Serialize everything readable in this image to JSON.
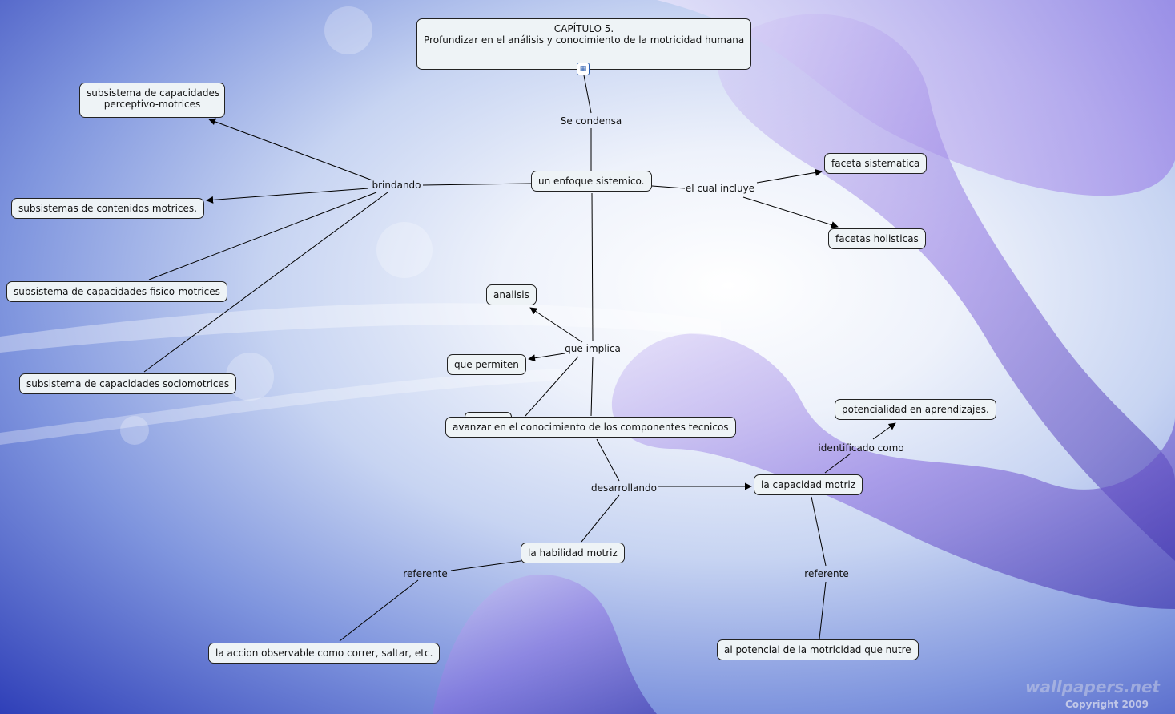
{
  "title_node": {
    "line1": "CAPÍTULO 5.",
    "line2": "Profundizar en el análisis y conocimiento de la motricidad humana"
  },
  "nodes": {
    "perceptivo": {
      "line1": "subsistema de capacidades",
      "line2": "perceptivo-motrices"
    },
    "contenidos": "subsistemas de contenidos motrices.",
    "fisico": "subsistema de capacidades fisico-motrices",
    "socio": "subsistema de capacidades sociomotrices",
    "enfoque": "un enfoque sistemico.",
    "faceta": "faceta sistematica",
    "holisticas": "facetas holisticas",
    "analisis": "analisis",
    "permiten": "que permiten",
    "avanzar": "avanzar en el conocimiento de los componentes tecnicos",
    "potencialidad": "potencialidad en aprendizajes.",
    "capacidad": "la capacidad motriz",
    "habilidad": "la habilidad motriz",
    "accion": "la accion observable como correr, saltar, etc.",
    "potencial": "al potencial de la motricidad que nutre"
  },
  "links": {
    "condensa": "Se condensa",
    "brindando": "brindando",
    "incluye": "el cual incluye",
    "implica": "que implica",
    "desarrollando": "desarrollando",
    "identificado": "identificado como",
    "referente1": "referente",
    "referente2": "referente"
  },
  "watermark": {
    "site": "wallpapers.net",
    "copyright": "Copyright 2009"
  }
}
